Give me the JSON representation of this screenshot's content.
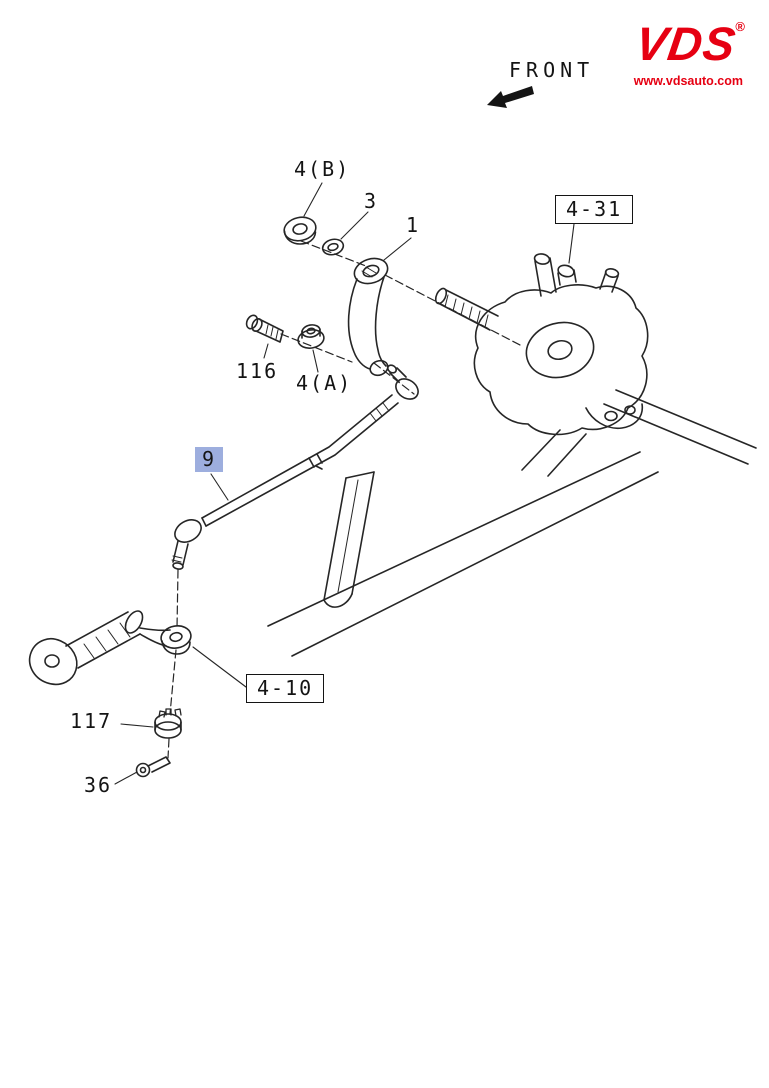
{
  "document": {
    "type": "exploded-parts-diagram",
    "front_label": "FRONT"
  },
  "brand": {
    "name": "VDS",
    "registered_mark": "®",
    "website": "www.vdsauto.com",
    "color": "#e60012"
  },
  "diagram": {
    "line_color": "#1c1c1c",
    "highlight_color": "#9daede",
    "parts": [
      {
        "label": "4(B)",
        "boxed": false,
        "highlighted": false
      },
      {
        "label": "3",
        "boxed": false,
        "highlighted": false
      },
      {
        "label": "1",
        "boxed": false,
        "highlighted": false
      },
      {
        "label": "4-31",
        "boxed": true,
        "highlighted": false
      },
      {
        "label": "116",
        "boxed": false,
        "highlighted": false
      },
      {
        "label": "4(A)",
        "boxed": false,
        "highlighted": false
      },
      {
        "label": "9",
        "boxed": false,
        "highlighted": true
      },
      {
        "label": "4-10",
        "boxed": true,
        "highlighted": false
      },
      {
        "label": "117",
        "boxed": false,
        "highlighted": false
      },
      {
        "label": "36",
        "boxed": false,
        "highlighted": false
      }
    ]
  }
}
